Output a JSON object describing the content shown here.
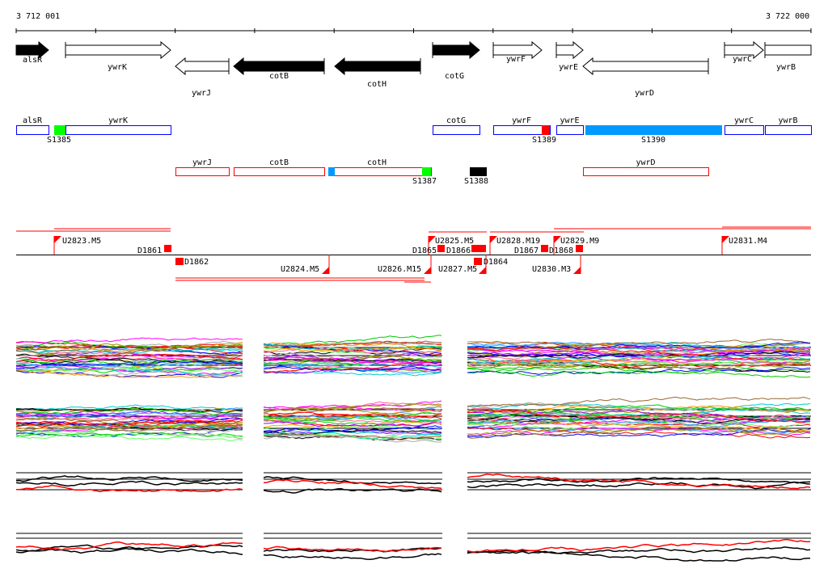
{
  "axis": {
    "start_label": "3 712 001",
    "end_label": "3 722 000"
  },
  "genes": [
    {
      "name": "alsR",
      "strand": "+",
      "filled": true
    },
    {
      "name": "ywrK",
      "strand": "+",
      "filled": false
    },
    {
      "name": "ywrJ",
      "strand": "-",
      "filled": false
    },
    {
      "name": "cotB",
      "strand": "-",
      "filled": true
    },
    {
      "name": "cotH",
      "strand": "-",
      "filled": true
    },
    {
      "name": "cotG",
      "strand": "+",
      "filled": true
    },
    {
      "name": "ywrF",
      "strand": "+",
      "filled": false
    },
    {
      "name": "ywrE",
      "strand": "+",
      "filled": false
    },
    {
      "name": "ywrD",
      "strand": "-",
      "filled": false
    },
    {
      "name": "ywrC",
      "strand": "+",
      "filled": false
    },
    {
      "name": "ywrB",
      "strand": "+",
      "filled": false
    }
  ],
  "transcripts_plus": [
    "alsR",
    "ywrK",
    "cotG",
    "ywrF",
    "ywrE",
    "ywrC",
    "ywrB"
  ],
  "transcripts_minus": [
    "ywrJ",
    "cotB",
    "cotH",
    "ywrD"
  ],
  "segments": [
    {
      "label": "S1385",
      "color": "#00ff00"
    },
    {
      "label": "S1389",
      "color": "#ff0000"
    },
    {
      "label": "S1390",
      "color": "#0099ff"
    },
    {
      "label": "S1387",
      "color": "#00ff00"
    },
    {
      "label": "S1388",
      "color": "#000000"
    }
  ],
  "features_above": [
    "U2823.M5",
    "D1861",
    "U2825.M5",
    "D1865",
    "D1866",
    "U2828.M19",
    "D1867",
    "D1868",
    "U2829.M9",
    "U2831.M4"
  ],
  "features_below": [
    "D1862",
    "U2824.M5",
    "U2826.M15",
    "U2827.M5",
    "D1864",
    "U2830.M3"
  ],
  "colors": {
    "plus_box": "#0000ff",
    "minus_box": "#ff0000",
    "feature": "#ff0000"
  }
}
